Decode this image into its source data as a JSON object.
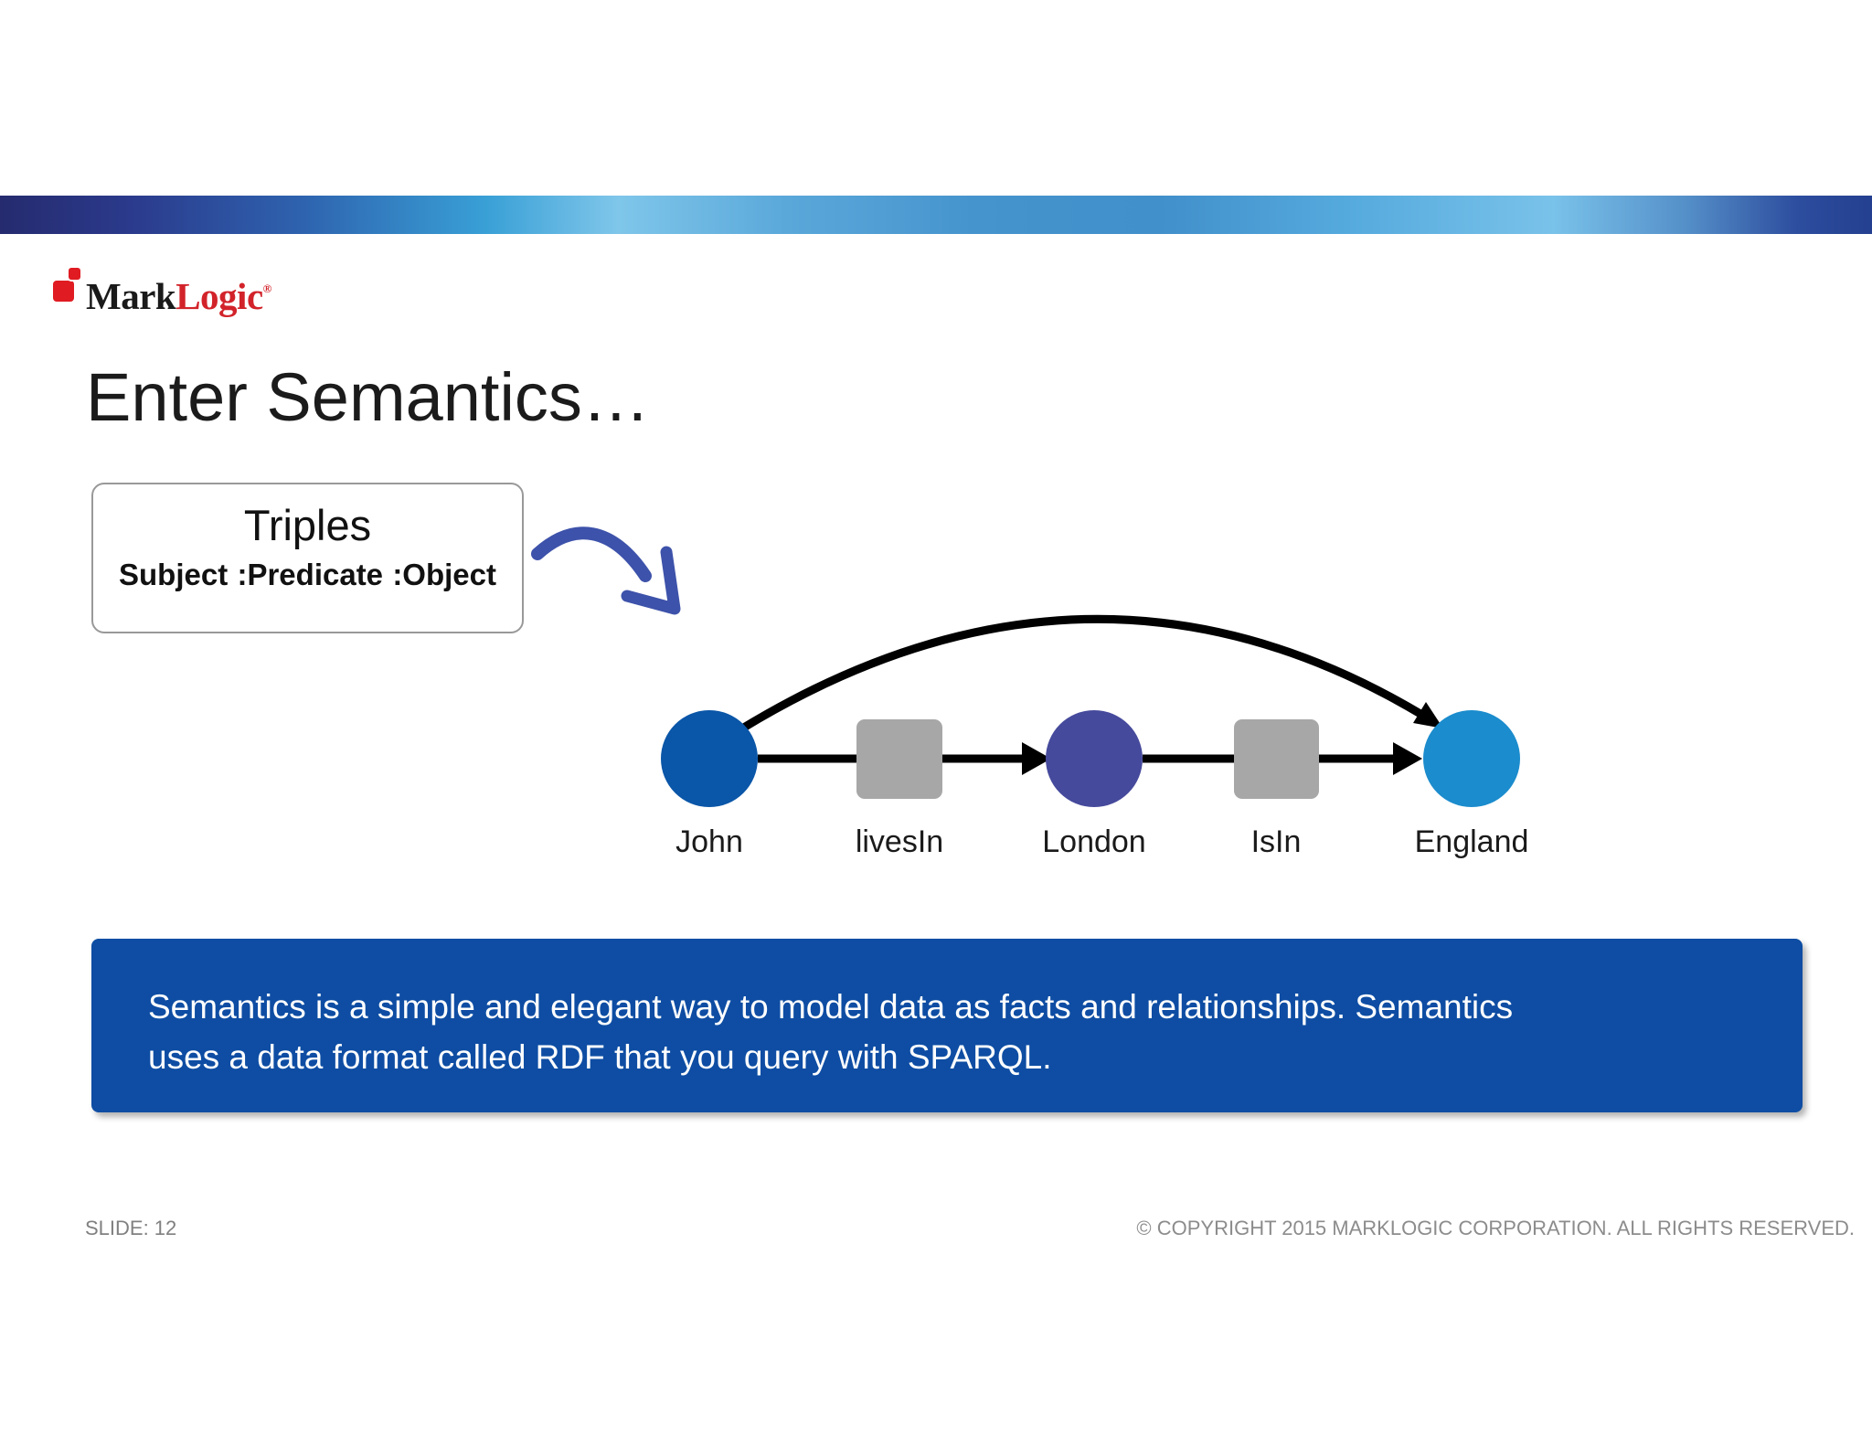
{
  "slide": {
    "logo": {
      "mark": "Mark",
      "logic": "Logic",
      "registered": "®"
    },
    "title": "Enter Semantics…",
    "triples_box": {
      "title": "Triples",
      "subject": "Subject",
      "predicate": ":Predicate",
      "object": ":Object"
    },
    "diagram": {
      "nodes": [
        {
          "id": "john",
          "label": "John",
          "shape": "circle",
          "color": "#0a56a8"
        },
        {
          "id": "livesIn",
          "label": "livesIn",
          "shape": "square",
          "color": "#a7a7a7"
        },
        {
          "id": "london",
          "label": "London",
          "shape": "circle",
          "color": "#464a9c"
        },
        {
          "id": "isIn",
          "label": "IsIn",
          "shape": "square",
          "color": "#a7a7a7"
        },
        {
          "id": "england",
          "label": "England",
          "shape": "circle",
          "color": "#1b8ccd"
        }
      ],
      "edge_color": "#000000",
      "sketch_arrow_color": "#3d52aa"
    },
    "callout": {
      "background": "#0e4da3",
      "lines": [
        "Semantics is a simple and elegant way to model data as facts and relationships. Semantics",
        "uses a data format called RDF that you query with SPARQL."
      ]
    },
    "footer": {
      "slide_label": "SLIDE: 12",
      "copyright": "© COPYRIGHT 2015 MARKLOGIC CORPORATION. ALL RIGHTS RESERVED."
    }
  }
}
